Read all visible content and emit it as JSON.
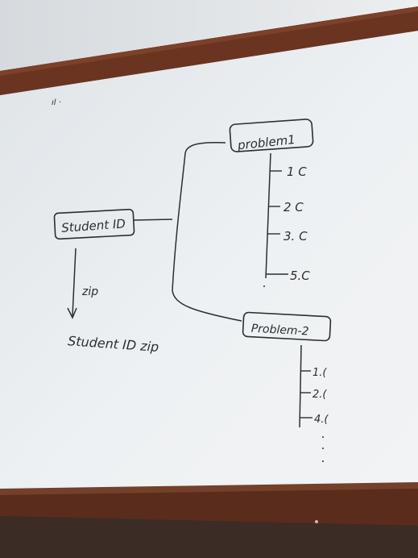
{
  "board": {
    "root_label": "Student ID",
    "arrow_label": "zip",
    "output_label": "Student ID zip",
    "problem1": {
      "label": "problem1",
      "files": [
        "1 C",
        "2 C",
        "3. C",
        "5.C"
      ]
    },
    "problem2": {
      "label": "Problem-2",
      "files": [
        "1.(",
        "2.(",
        "4.("
      ]
    }
  },
  "colors": {
    "wall": "#dfe3e6",
    "frame": "#6b3420",
    "board": "#e9edf0",
    "ink": "#2b2d36"
  }
}
